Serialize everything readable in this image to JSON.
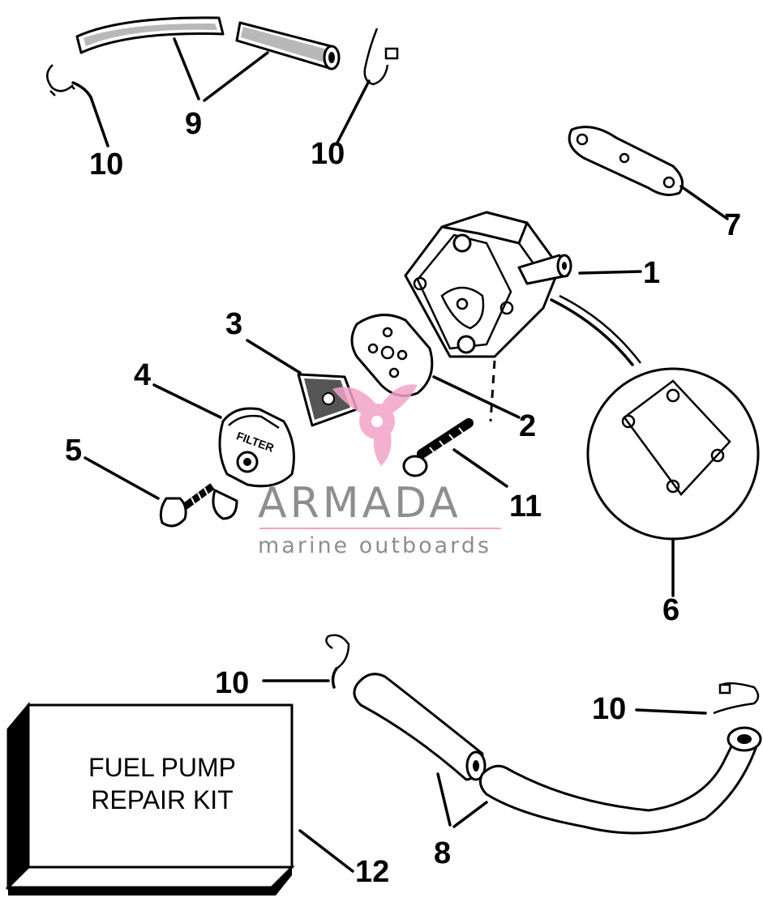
{
  "callouts": {
    "c1": "1",
    "c2": "2",
    "c3": "3",
    "c4": "4",
    "c5": "5",
    "c6": "6",
    "c7": "7",
    "c8": "8",
    "c9": "9",
    "c10a": "10",
    "c10b": "10",
    "c10c": "10",
    "c10d": "10",
    "c11": "11",
    "c12": "12"
  },
  "kit": {
    "line1": "FUEL PUMP",
    "line2": "REPAIR KIT"
  },
  "filter_text": "FILTER",
  "watermark": {
    "brand": "ARMADA",
    "tagline": "marine outboards",
    "colors": {
      "logo": "#f2a3c7",
      "text": "#8e8e8e"
    }
  }
}
